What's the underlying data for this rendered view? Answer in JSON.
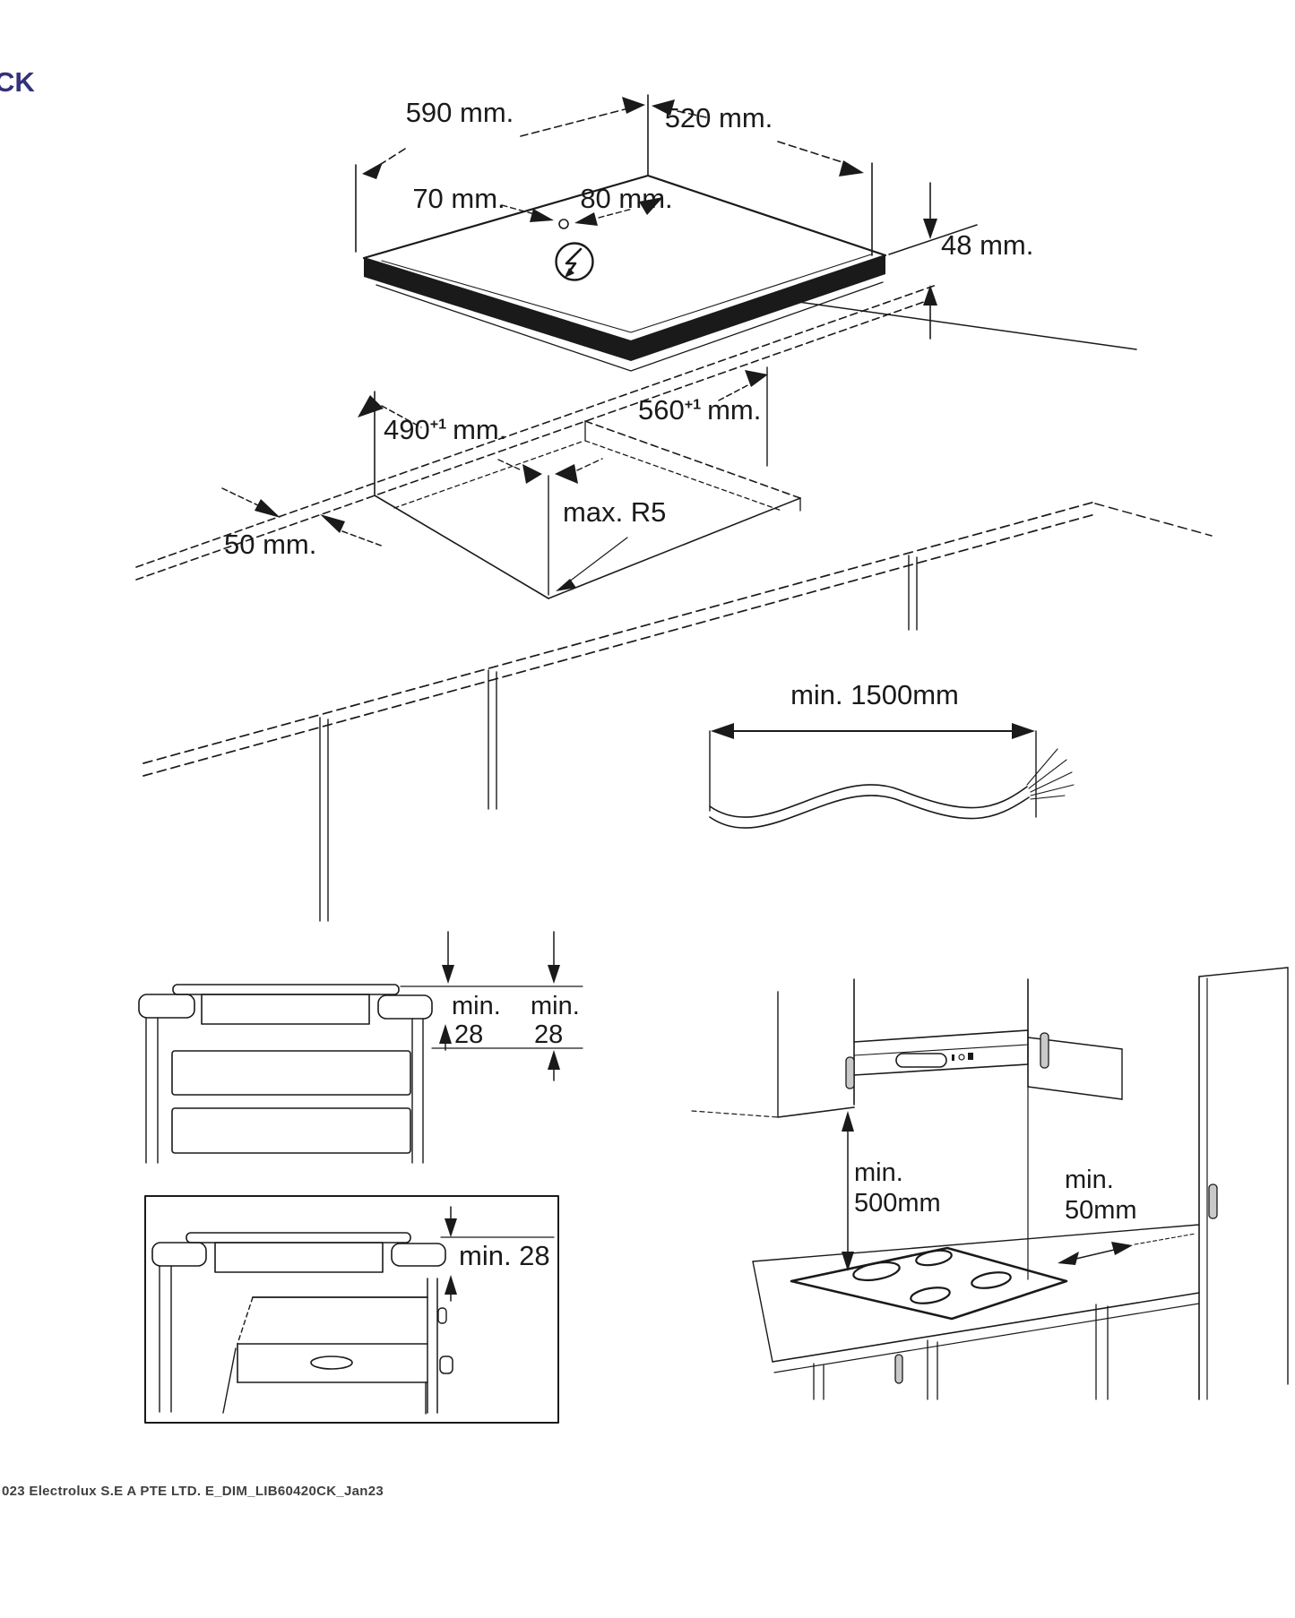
{
  "page": {
    "model_fragment": "CK",
    "footer": "023 Electrolux S.E A PTE LTD. E_DIM_LIB60420CK_Jan23",
    "colors": {
      "line": "#1a1a1a",
      "model_text": "#32327a",
      "handle_fill": "#c9c9c9",
      "footer_text": "#3f3f3f"
    }
  },
  "overall": {
    "description": "isometric view of hob with overall dimensions",
    "width": "590 mm.",
    "depth": "520 mm.",
    "cable_offset_left": "70 mm.",
    "cable_offset_right": "80 mm.",
    "height": "48 mm.",
    "power_icon": "lightning-bolt-circle-icon"
  },
  "cutout": {
    "description": "worktop cut-out dimensions",
    "depth": {
      "value": "490",
      "tolerance": "+1",
      "unit": "mm."
    },
    "width": {
      "value": "560",
      "tolerance": "+1",
      "unit": "mm."
    },
    "corner_radius": "max. R5",
    "rear_edge_distance": "50 mm."
  },
  "power_cable": {
    "description": "mains cable length",
    "length": "min. 1500mm"
  },
  "drawer_clearance": {
    "description": "clearance between hob and drawer below",
    "left": {
      "label": "min.",
      "value": "28"
    },
    "right": {
      "label": "min.",
      "value": "28"
    }
  },
  "oven_clearance": {
    "description": "clearance between hob and built-in oven",
    "dim": "min. 28"
  },
  "kitchen_clearances": {
    "description": "installed hob clearances to hood and tall cabinet",
    "hood": {
      "label": "min.",
      "value": "500mm"
    },
    "side": {
      "label": "min.",
      "value": "50mm"
    }
  }
}
